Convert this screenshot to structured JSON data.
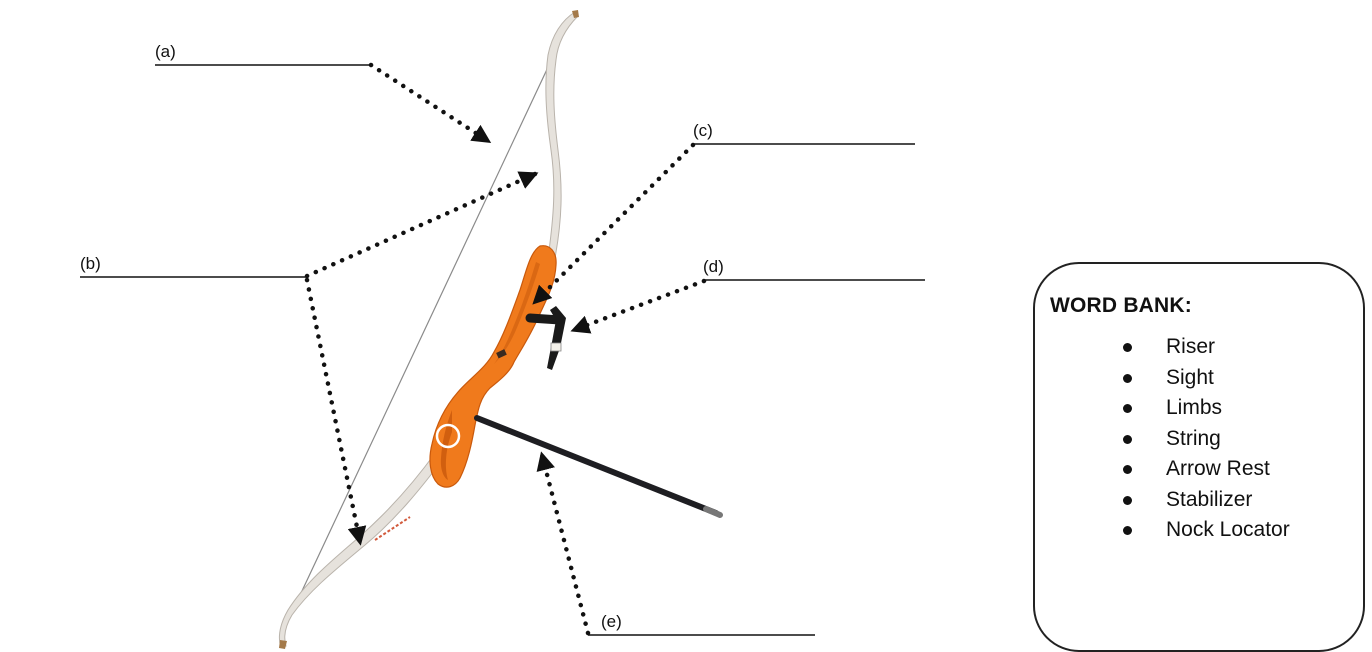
{
  "labels": {
    "a": "(a)",
    "b": "(b)",
    "c": "(c)",
    "d": "(d)",
    "e": "(e)"
  },
  "word_bank": {
    "title": "WORD BANK:",
    "items": [
      "Riser",
      "Sight",
      "Limbs",
      "String",
      "Arrow Rest",
      "Stabilizer",
      "Nock Locator"
    ]
  },
  "colors": {
    "riser": "#f07a1c",
    "riser_shadow": "#c9590c",
    "limb": "#e6e2dc",
    "limb_edge": "#b9b3ab",
    "string": "#8a8a8a",
    "stabilizer": "#1e1e22",
    "sight": "#1a1a1a",
    "leader": "#111111"
  }
}
